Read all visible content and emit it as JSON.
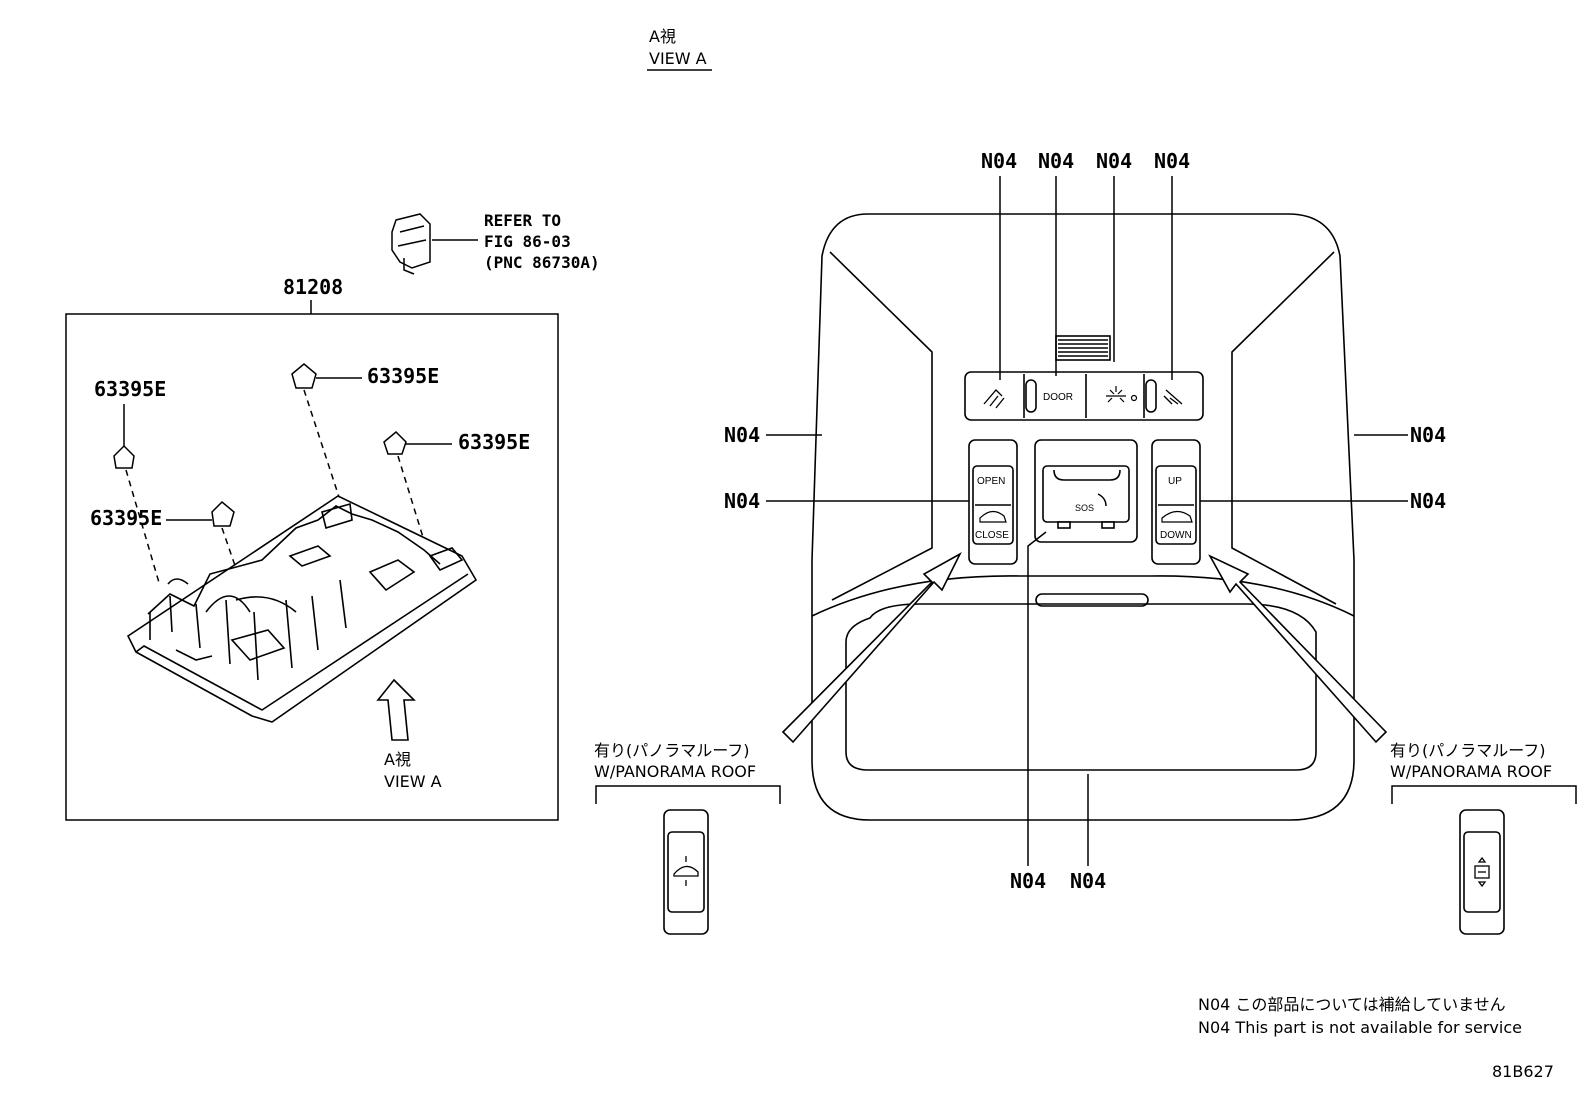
{
  "view_heading": {
    "ja": "A視",
    "en": "VIEW A"
  },
  "refer": {
    "line1": "REFER TO",
    "line2": "FIG 86-03",
    "line3": "(PNC 86730A)"
  },
  "assembly": {
    "part_no": "81208",
    "clip_labels": [
      "63395E",
      "63395E",
      "63395E",
      "63395E"
    ],
    "view_arrow": {
      "ja": "A視",
      "en": "VIEW A"
    }
  },
  "callouts": {
    "code": "N04",
    "top": [
      "N04",
      "N04",
      "N04",
      "N04"
    ],
    "left": [
      "N04",
      "N04"
    ],
    "right": [
      "N04",
      "N04"
    ],
    "bottom": [
      "N04",
      "N04"
    ]
  },
  "buttons": {
    "door": "DOOR",
    "open": "OPEN",
    "close": "CLOSE",
    "up": "UP",
    "down": "DOWN",
    "sos": "SOS"
  },
  "panorama": {
    "left": {
      "ja": "有り(パノラマルーフ)",
      "en": "W/PANORAMA ROOF"
    },
    "right": {
      "ja": "有り(パノラマルーフ)",
      "en": "W/PANORAMA ROOF"
    }
  },
  "footnote": {
    "ja": "N04 この部品については補給していません",
    "en": "N04 This part is not available for service"
  },
  "diagram_id": "81B627"
}
